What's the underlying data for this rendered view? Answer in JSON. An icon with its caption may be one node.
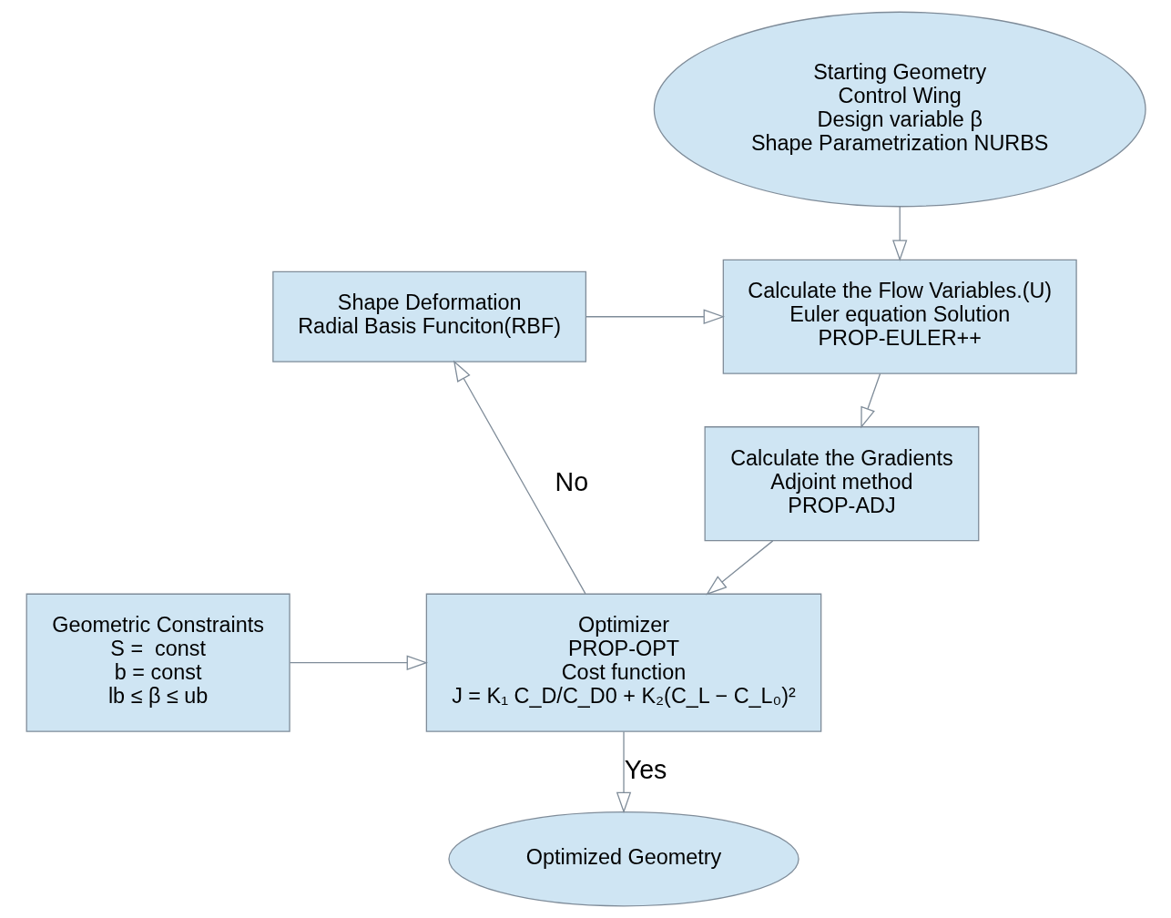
{
  "diagram": {
    "nodes": [
      {
        "text": [
          "Starting Geometry",
          "Control Wing",
          "Design variable β",
          "Shape Parametrization NURBS"
        ]
      },
      {
        "text": [
          "Shape Deformation",
          "Radial Basis Funciton(RBF)"
        ]
      },
      {
        "text": [
          "Calculate the Flow Variables.(U)",
          "Euler equation Solution",
          "PROP-EULER++"
        ]
      },
      {
        "text": [
          "Calculate the Gradients",
          "Adjoint method",
          "PROP-ADJ"
        ]
      },
      {
        "text": [
          "Optimizer",
          "PROP-OPT",
          "Cost function",
          "J = K₁ C_D/C_D0 + K₂(C_L − C_L₀)²"
        ]
      },
      {
        "text": [
          "Geometric Constraints",
          "S =  const",
          "b = const",
          "lb ≤ β ≤ ub"
        ]
      },
      {
        "text": [
          "Optimized Geometry"
        ]
      }
    ],
    "edges": [
      {
        "from": 0,
        "to": 2,
        "arrow": "to"
      },
      {
        "from": 1,
        "to": 2,
        "arrow": "to"
      },
      {
        "from": 2,
        "to": 3,
        "arrow": "to"
      },
      {
        "from": 3,
        "to": 4,
        "arrow": "to"
      },
      {
        "from": 5,
        "to": 4,
        "arrow": "to"
      },
      {
        "from": 4,
        "to": 1,
        "arrow": "to",
        "label": "No"
      },
      {
        "from": 4,
        "to": 6,
        "arrow": "to",
        "label": "Yes"
      }
    ]
  }
}
